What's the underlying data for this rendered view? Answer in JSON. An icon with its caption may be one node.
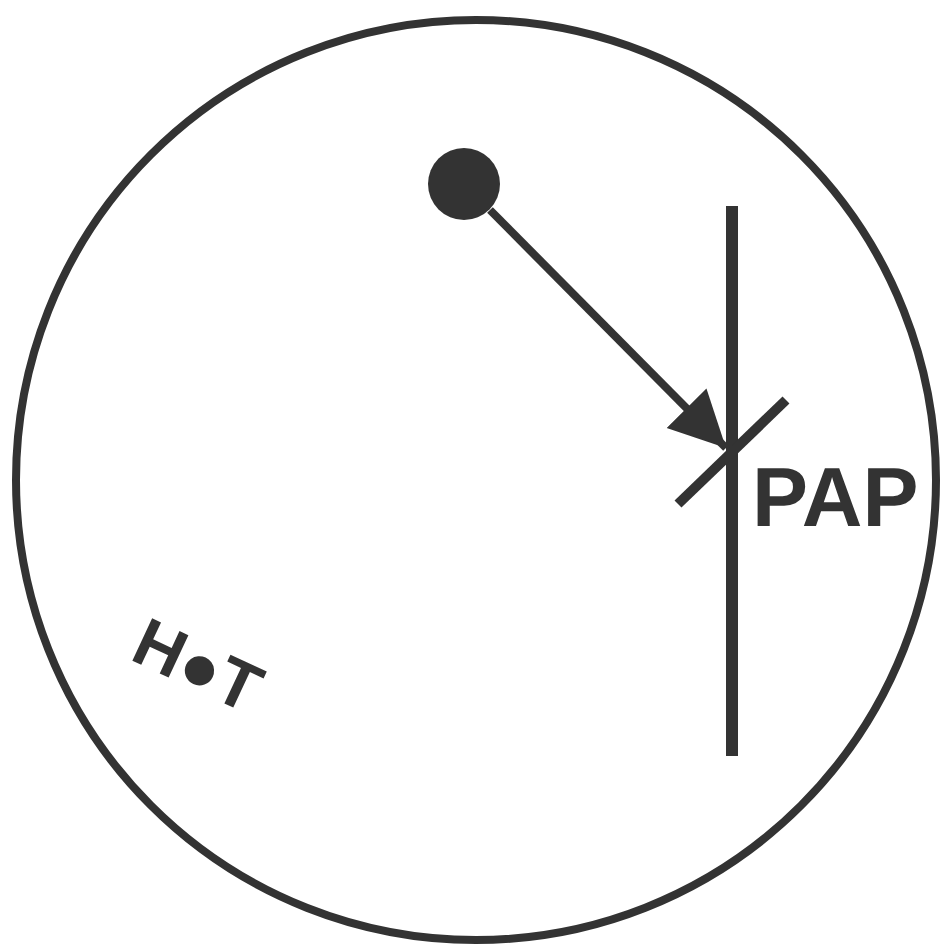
{
  "diagram": {
    "nodes": [
      {
        "text": [],
        "shape": "circle"
      },
      {
        "text": [],
        "shape": "circle",
        "in": 0
      },
      {
        "text": [],
        "shape": "bar",
        "in": 0
      }
    ],
    "edges": [
      {
        "from": 1,
        "to": 2,
        "arrow": "to"
      }
    ],
    "labels": [
      "PAP",
      "H●T"
    ]
  }
}
